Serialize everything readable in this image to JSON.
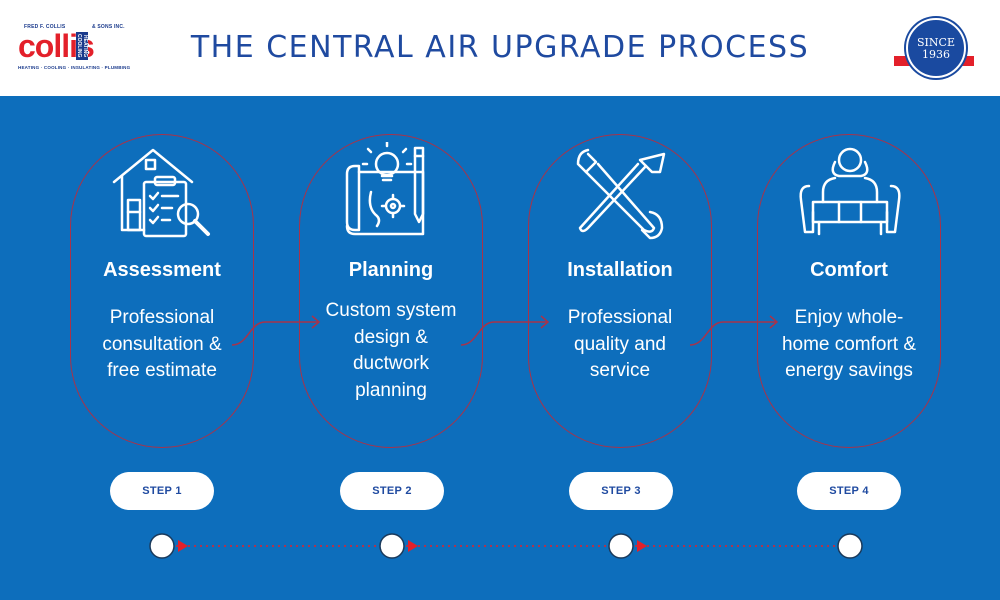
{
  "header": {
    "title": "THE CENTRAL AIR UPGRADE PROCESS",
    "logo": {
      "small_left": "FRED F. COLLIS",
      "small_right": "& SONS INC.",
      "brand": "collis",
      "stack": "HEATING COOLING",
      "tagline": "HEATING · COOLING · INSULATING · PLUMBING"
    },
    "badge": {
      "line1": "SINCE",
      "line2": "1936"
    }
  },
  "steps": [
    {
      "title": "Assessment",
      "description": "Professional consultation & free estimate",
      "badge": "STEP 1",
      "icon": "house-clipboard-icon"
    },
    {
      "title": "Planning",
      "description": "Custom system design & ductwork planning",
      "badge": "STEP 2",
      "icon": "blueprint-lightbulb-icon"
    },
    {
      "title": "Installation",
      "description": "Professional quality and service",
      "badge": "STEP 3",
      "icon": "wrench-hammer-icon"
    },
    {
      "title": "Comfort",
      "description": "Enjoy whole-home comfort & energy savings",
      "badge": "STEP 4",
      "icon": "relaxing-armchair-icon"
    }
  ],
  "colors": {
    "background_blue": "#0d6ebc",
    "title_blue": "#1f4aa0",
    "accent_red": "#e3202a",
    "outline_red": "#a8334a"
  }
}
